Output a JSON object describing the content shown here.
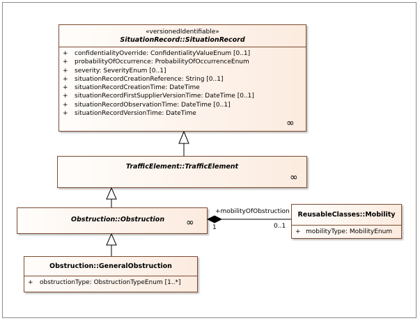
{
  "situation_record": {
    "stereotype": "«versionedIdentifiable»",
    "name": "SituationRecord::SituationRecord",
    "attributes": [
      {
        "vis": "+",
        "text": "confidentialityOverride: ConfidentialityValueEnum [0..1]"
      },
      {
        "vis": "+",
        "text": "probabilityOfOccurrence: ProbabilityOfOccurrenceEnum"
      },
      {
        "vis": "+",
        "text": "severity: SeverityEnum [0..1]"
      },
      {
        "vis": "+",
        "text": "situationRecordCreationReference: String [0..1]"
      },
      {
        "vis": "+",
        "text": "situationRecordCreationTime: DateTime"
      },
      {
        "vis": "+",
        "text": "situationRecordFirstSupplierVersionTime: DateTime [0..1]"
      },
      {
        "vis": "+",
        "text": "situationRecordObservationTime: DateTime [0..1]"
      },
      {
        "vis": "+",
        "text": "situationRecordVersionTime: DateTime"
      }
    ],
    "link_icon": "infinity-icon"
  },
  "traffic_element": {
    "name": "TrafficElement::TrafficElement",
    "link_icon": "infinity-icon"
  },
  "obstruction": {
    "name": "Obstruction::Obstruction",
    "link_icon": "infinity-icon"
  },
  "general_obstruction": {
    "name": "Obstruction::GeneralObstruction",
    "attributes": [
      {
        "vis": "+",
        "text": "obstructionType: ObstructionTypeEnum [1..*]"
      }
    ]
  },
  "mobility": {
    "name": "ReusableClasses::Mobility",
    "attributes": [
      {
        "vis": "+",
        "text": "mobilityType: MobilityEnum"
      }
    ]
  },
  "association": {
    "role": "+mobilityOfObstruction",
    "source_multiplicity": "1",
    "target_multiplicity": "0..1"
  },
  "colors": {
    "class_fill_start": "#fffdfb",
    "class_fill_end": "#fcebdf",
    "class_border": "#7a4a30",
    "frame_border": "#8a8a8a"
  }
}
